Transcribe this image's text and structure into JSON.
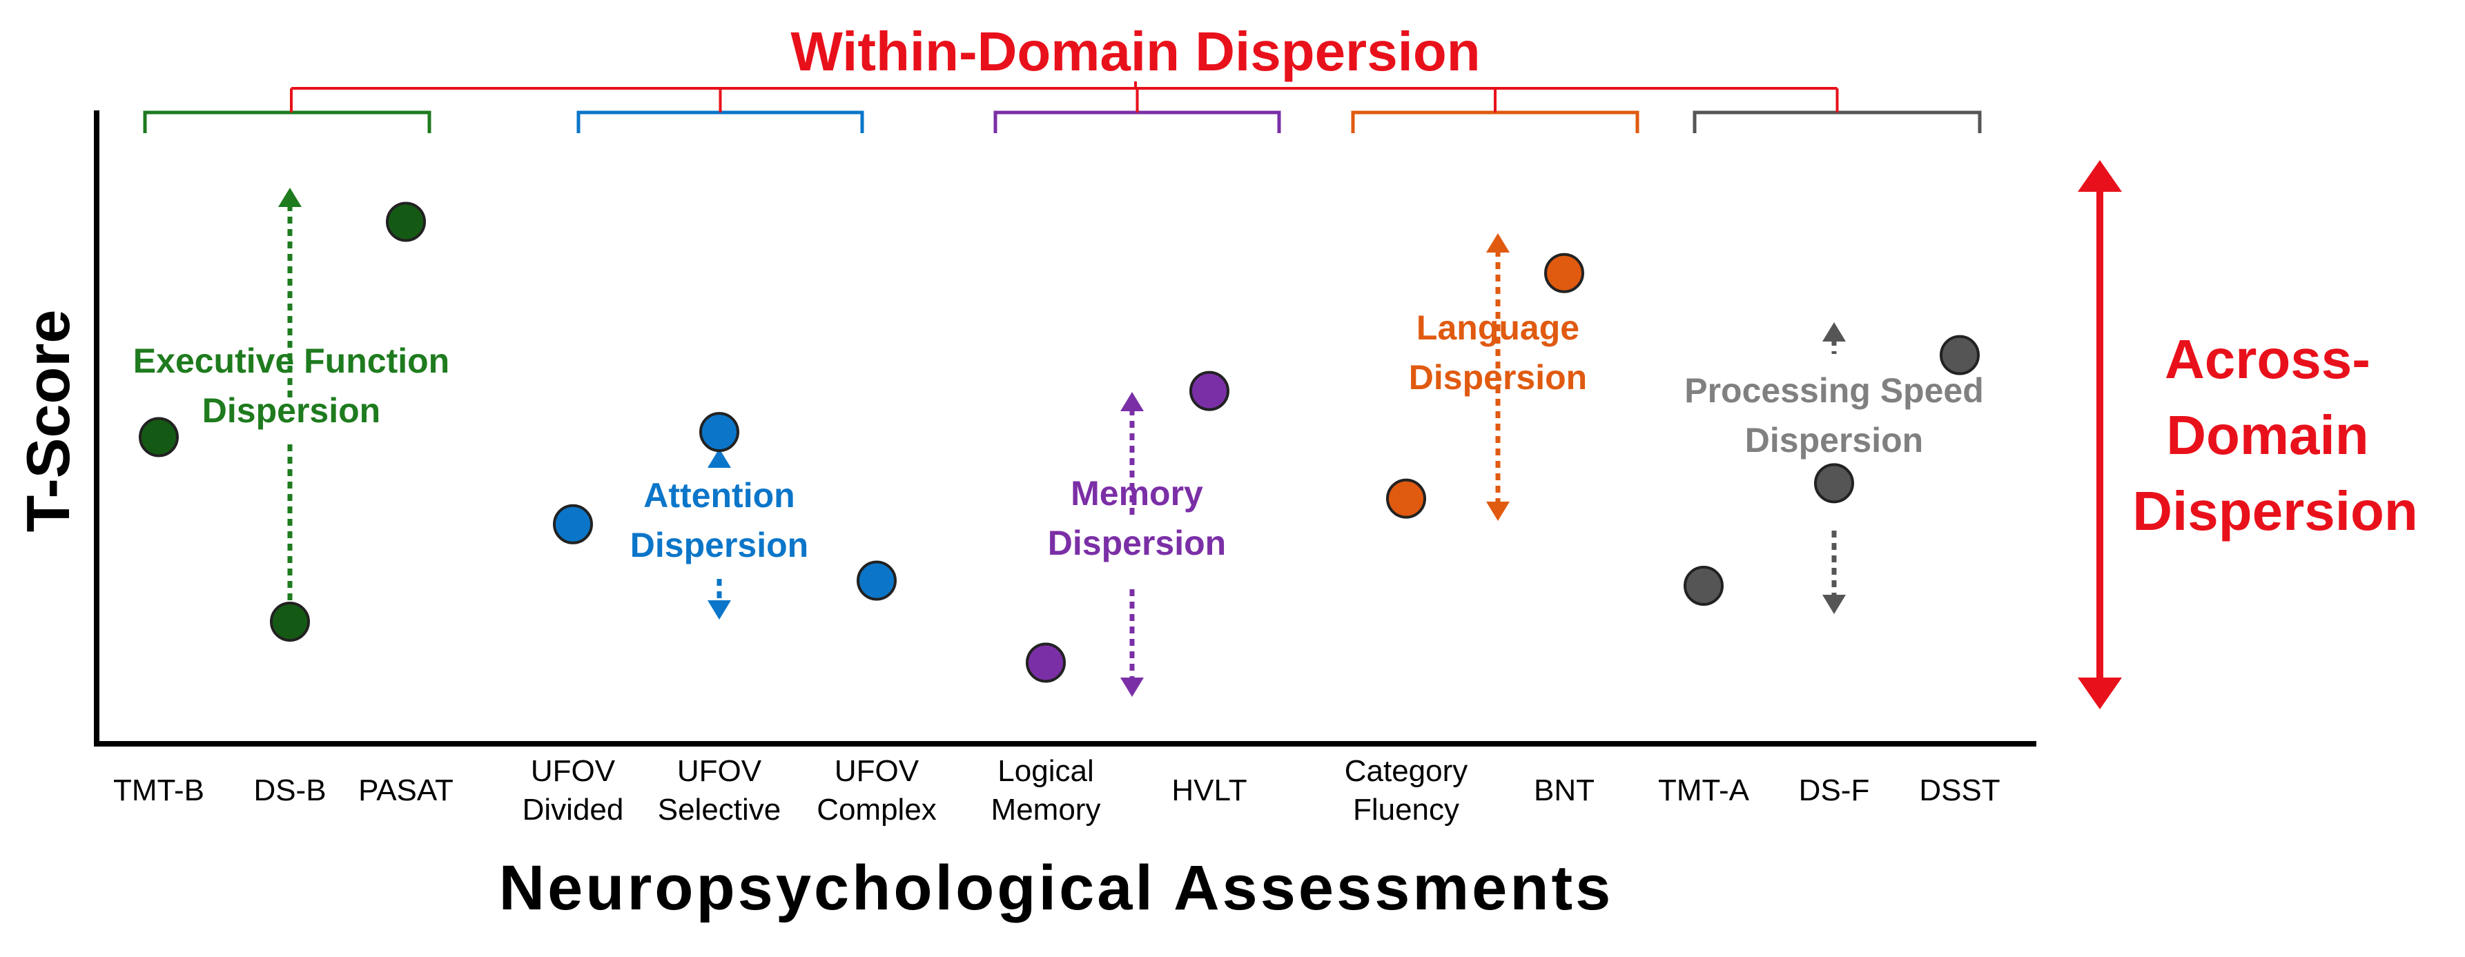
{
  "title": "Within-Domain Dispersion",
  "right_label": [
    "Across-",
    "Domain",
    "Dispersion"
  ],
  "xlabel": "Neuropsychological Assessments",
  "ylabel": "T-Score",
  "colors": {
    "title_red": "#e8111b",
    "executive": "#1e7b1e",
    "executive_dot": "#145a14",
    "attention": "#0b76c9",
    "memory": "#7b2fa6",
    "language": "#e05a10",
    "processing": "#555555",
    "processing_text": "#808080",
    "axis": "#000000"
  },
  "assessments": [
    {
      "label": [
        "TMT-B"
      ],
      "domain": "executive",
      "level": 0.5
    },
    {
      "label": [
        "DS-B"
      ],
      "domain": "executive",
      "level": 0.14
    },
    {
      "label": [
        "PASAT"
      ],
      "domain": "executive",
      "level": 0.92
    },
    {
      "label": [
        "UFOV",
        "Divided"
      ],
      "domain": "attention",
      "level": 0.33
    },
    {
      "label": [
        "UFOV",
        "Selective"
      ],
      "domain": "attention",
      "level": 0.51
    },
    {
      "label": [
        "UFOV",
        "Complex"
      ],
      "domain": "attention",
      "level": 0.22
    },
    {
      "label": [
        "Logical",
        "Memory"
      ],
      "domain": "memory",
      "level": 0.06
    },
    {
      "label": [
        "HVLT"
      ],
      "domain": "memory",
      "level": 0.59
    },
    {
      "label": [
        "Category",
        "Fluency"
      ],
      "domain": "language",
      "level": 0.38
    },
    {
      "label": [
        "BNT"
      ],
      "domain": "language",
      "level": 0.82
    },
    {
      "label": [
        "TMT-A"
      ],
      "domain": "processing",
      "level": 0.21
    },
    {
      "label": [
        "DS-F"
      ],
      "domain": "processing",
      "level": 0.41
    },
    {
      "label": [
        "DSST"
      ],
      "domain": "processing",
      "level": 0.66
    }
  ],
  "domains": [
    {
      "key": "executive",
      "label": [
        "Executive Function",
        "Dispersion"
      ],
      "members": [
        0,
        1,
        2
      ]
    },
    {
      "key": "attention",
      "label": [
        "Attention",
        "Dispersion"
      ],
      "members": [
        3,
        4,
        5
      ]
    },
    {
      "key": "memory",
      "label": [
        "Memory",
        "Dispersion"
      ],
      "members": [
        6,
        7
      ]
    },
    {
      "key": "language",
      "label": [
        "Language",
        "Dispersion"
      ],
      "members": [
        8,
        9
      ]
    },
    {
      "key": "processing",
      "label": [
        "Processing Speed",
        "Dispersion"
      ],
      "members": [
        10,
        11,
        12
      ]
    }
  ]
}
